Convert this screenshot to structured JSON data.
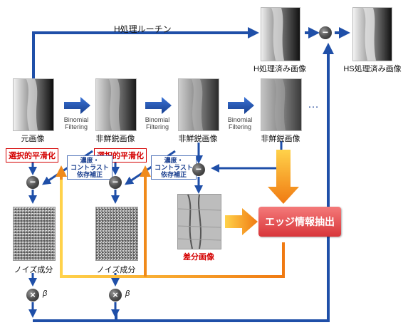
{
  "labels": {
    "h_routine": "H処理ルーチン",
    "h_processed": "H処理済み画像",
    "hs_processed": "HS処理済み画像",
    "original": "元画像",
    "unsharp1": "非鮮鋭画像",
    "unsharp2": "非鮮鋭画像",
    "unsharp3": "非鮮鋭画像",
    "binomial1": "Binomial\nFiltering",
    "binomial2": "Binomial\nFiltering",
    "binomial3": "Binomial\nFiltering",
    "selective_smoothing_1": "選択的平滑化",
    "selective_smoothing_2": "選択的平滑化",
    "density_correction_1": "濃度・\nコントラスト\n依存補正",
    "density_correction_2": "濃度・\nコントラスト\n依存補正",
    "noise1": "ノイズ成分",
    "noise2": "ノイズ成分",
    "difference": "差分画像",
    "edge_extraction": "エッジ情報抽出",
    "ellipsis": "…",
    "beta1": "β",
    "beta2": "β"
  },
  "symbols": {
    "minus": "−",
    "times": "×"
  },
  "colors": {
    "blue_arrow": "#1f4fa8",
    "orange_arrow": "#f08a1a",
    "red_label": "#d40000",
    "edge_box": "#e05050"
  }
}
